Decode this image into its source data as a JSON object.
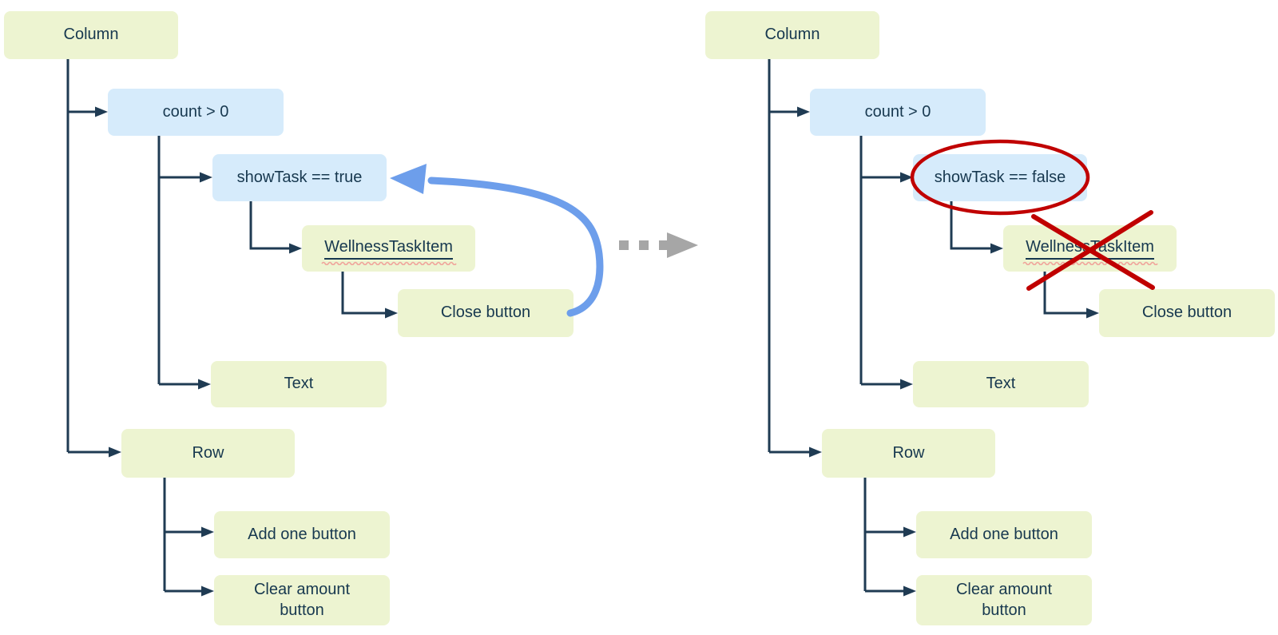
{
  "panels": {
    "before": {
      "column": "Column",
      "count_condition": "count > 0",
      "show_task_condition": "showTask == true",
      "wellness_task_item": "WellnessTaskItem",
      "close_button": "Close button",
      "text": "Text",
      "row": "Row",
      "add_one_button": "Add one button",
      "clear_amount_button": "Clear amount button"
    },
    "after": {
      "column": "Column",
      "count_condition": "count > 0",
      "show_task_condition": "showTask == false",
      "wellness_task_item": "WellnessTaskItem",
      "close_button": "Close button",
      "text": "Text",
      "row": "Row",
      "add_one_button": "Add one button",
      "clear_amount_button": "Clear amount button"
    }
  },
  "colors": {
    "component_node_bg": "#edf4d1",
    "condition_node_bg": "#d6ebfb",
    "tree_line": "#1f3b53",
    "node_text": "#17384f",
    "loop_arrow_blue": "#6d9eeb",
    "transition_arrow_gray": "#a6a6a6",
    "annotation_red": "#c00000",
    "spellcheck_squiggle": "#f0a59b"
  }
}
